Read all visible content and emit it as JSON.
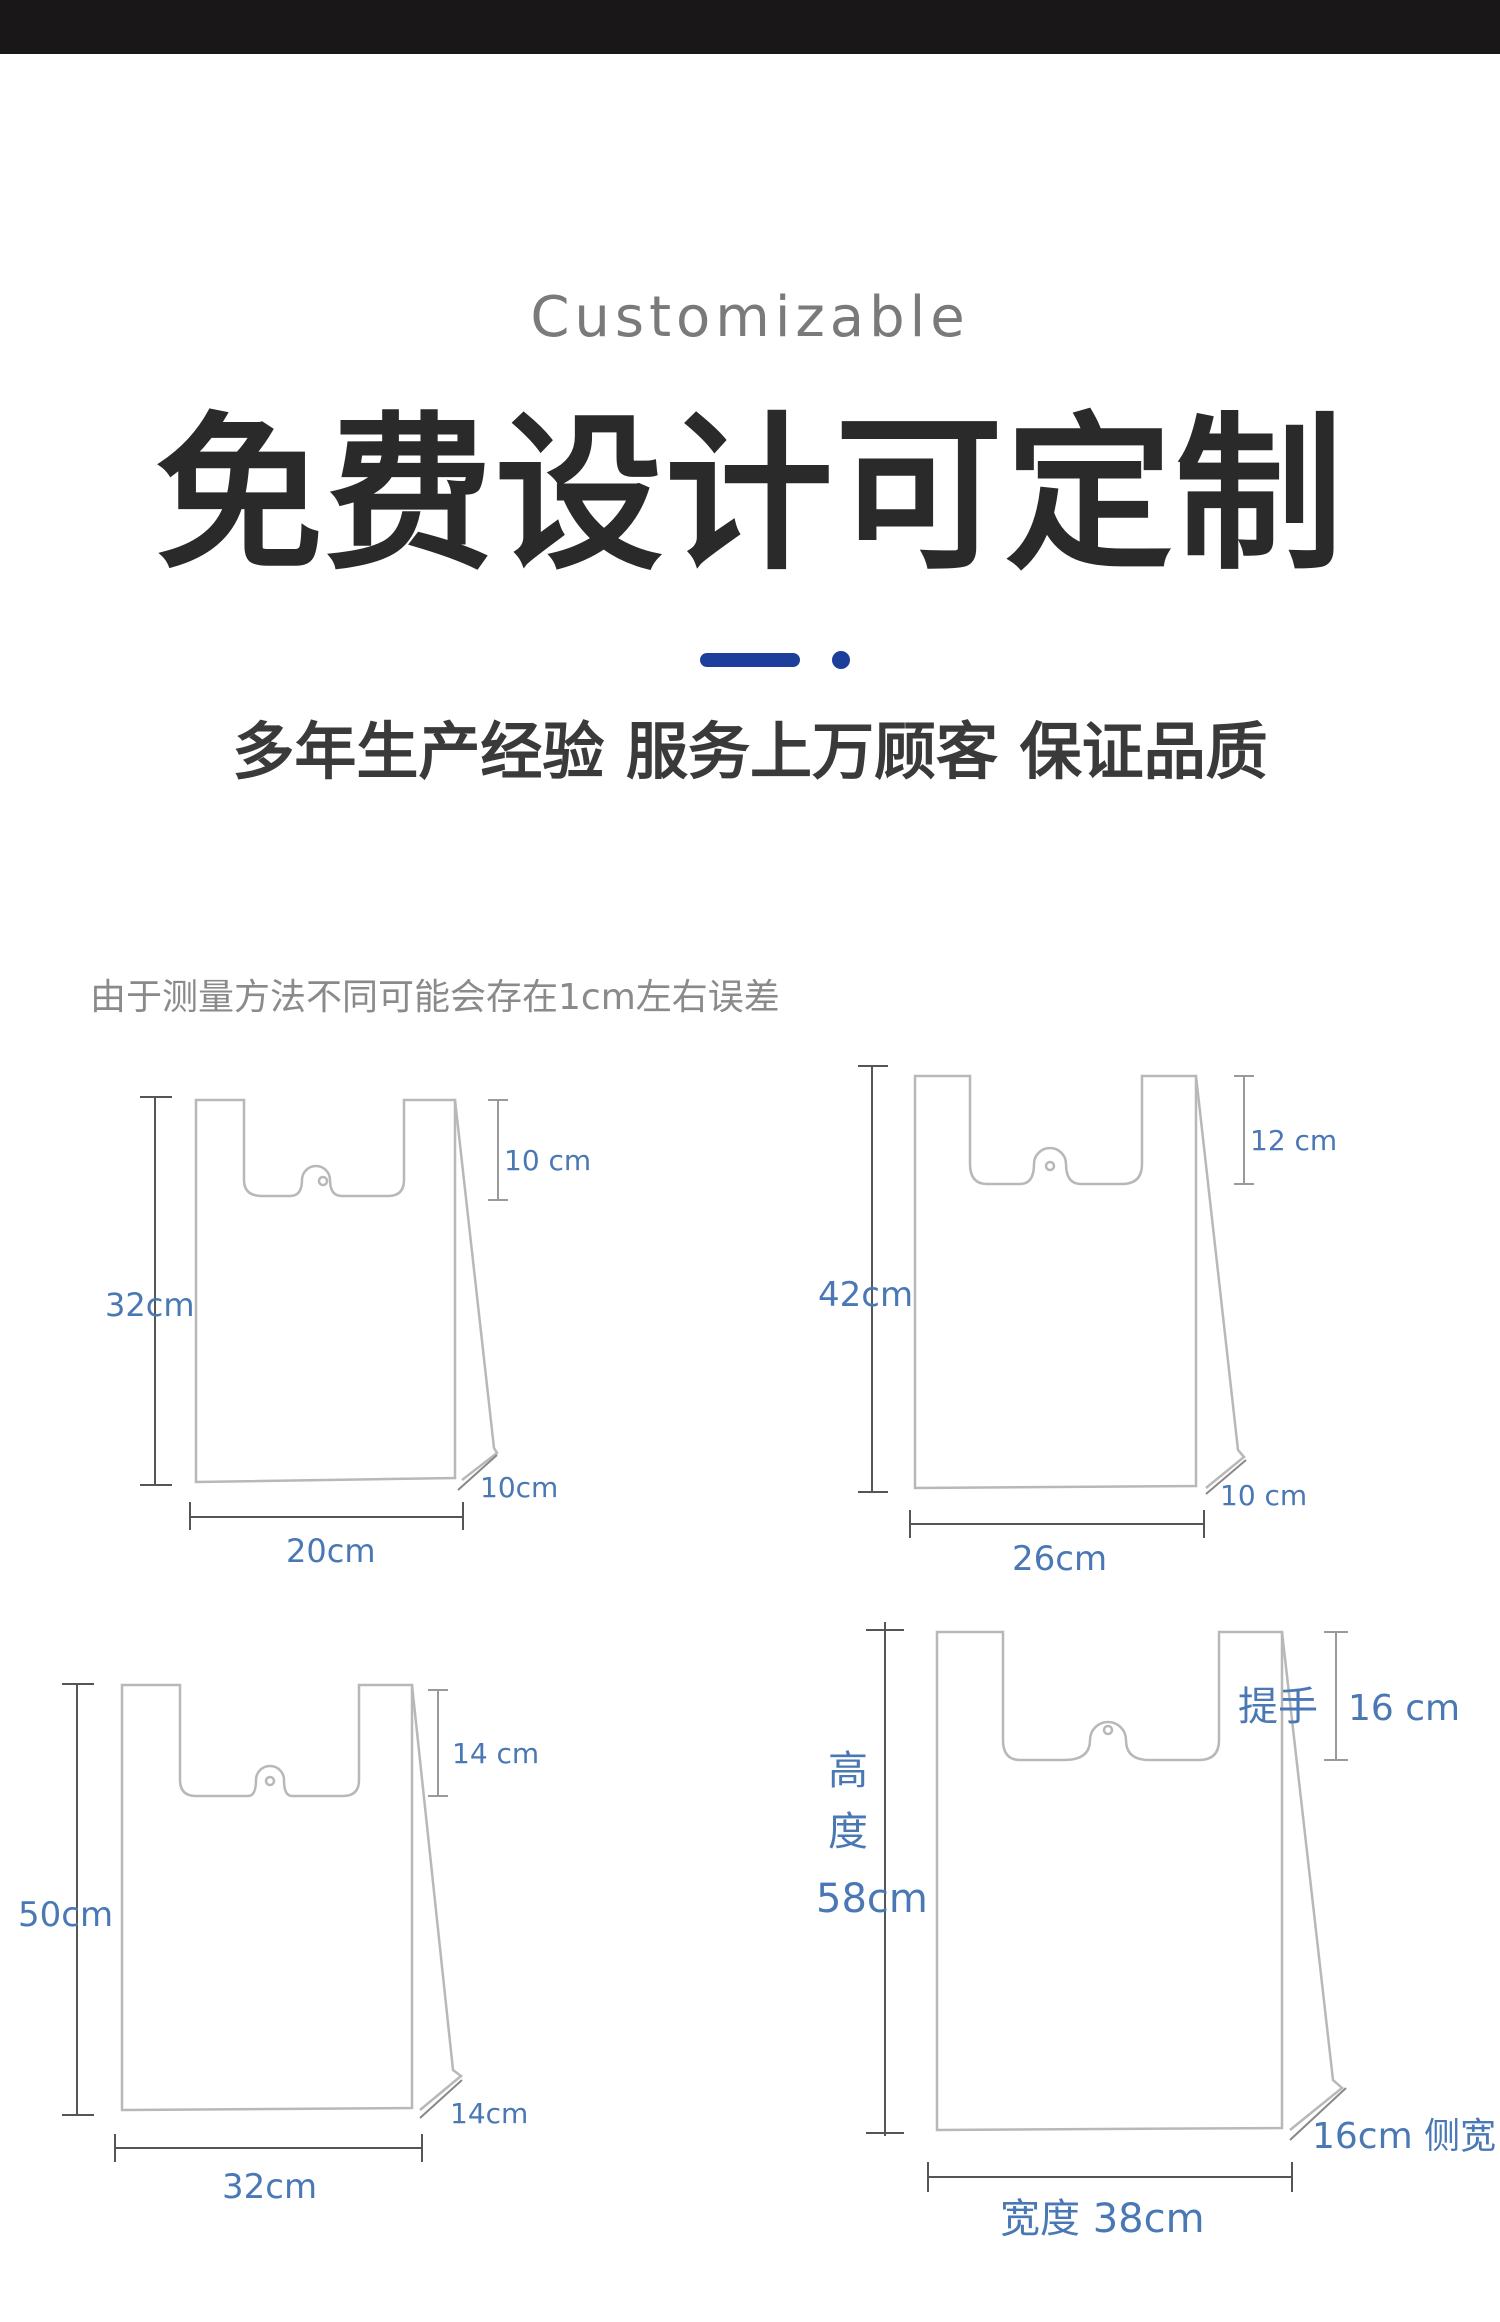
{
  "header": {
    "eyebrow": "Customizable",
    "title": "免费设计可定制",
    "subtitle": "多年生产经验 服务上万顾客 保证品质"
  },
  "note": "由于测量方法不同可能会存在1cm左右误差",
  "colors": {
    "top_bar": "#1a1718",
    "accent": "#1d3f9c",
    "label": "#4a78b4",
    "outline": "#b8b8b8",
    "dimension": "#555555"
  },
  "bags": [
    {
      "height": "32cm",
      "handle": "10 cm",
      "gusset": "10cm",
      "width": "20cm"
    },
    {
      "height": "42cm",
      "handle": "12 cm",
      "gusset": "10 cm",
      "width": "26cm"
    },
    {
      "height": "50cm",
      "handle": "14 cm",
      "gusset": "14cm",
      "width": "32cm"
    },
    {
      "height_prefix": [
        "高",
        "度"
      ],
      "height": "58cm",
      "handle_prefix": "提手",
      "handle": "16 cm",
      "gusset": "16cm 侧宽",
      "width": "宽度 38cm"
    }
  ]
}
